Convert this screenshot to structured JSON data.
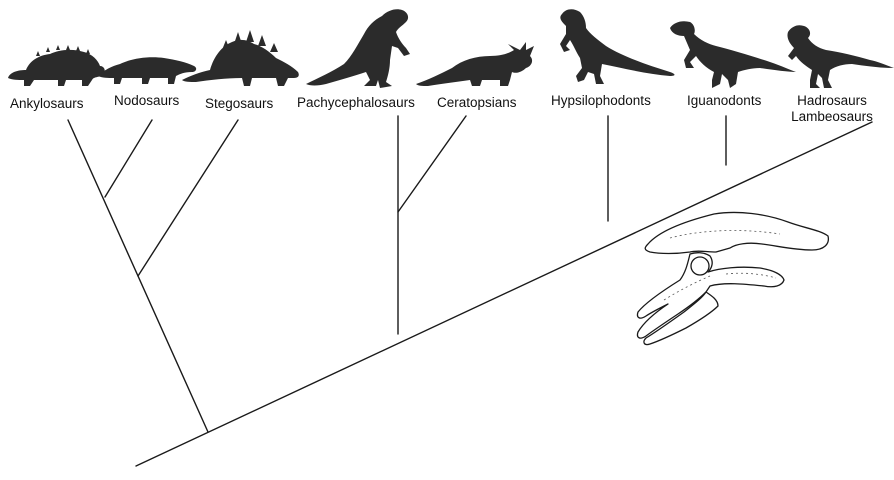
{
  "taxa": [
    {
      "id": "ankylosaurs",
      "label": "Ankylosaurs",
      "silhouette": "ankylosaur-silhouette-icon"
    },
    {
      "id": "nodosaurs",
      "label": "Nodosaurs",
      "silhouette": "nodosaur-silhouette-icon"
    },
    {
      "id": "stegosaurs",
      "label": "Stegosaurs",
      "silhouette": "stegosaur-silhouette-icon"
    },
    {
      "id": "pachycephalosaurs",
      "label": "Pachycephalosaurs",
      "silhouette": "pachycephalosaur-silhouette-icon"
    },
    {
      "id": "ceratopsians",
      "label": "Ceratopsians",
      "silhouette": "ceratopsian-silhouette-icon"
    },
    {
      "id": "hypsilophodonts",
      "label": "Hypsilophodonts",
      "silhouette": "hypsilophodont-silhouette-icon"
    },
    {
      "id": "iguanodonts",
      "label": "Iguanodonts",
      "silhouette": "iguanodont-silhouette-icon"
    },
    {
      "id": "hadrosaurs",
      "label": "Hadrosaurs\nLambeosaurs",
      "line1": "Hadrosaurs",
      "line2": "Lambeosaurs",
      "silhouette": "hadrosaur-silhouette-icon"
    }
  ],
  "colors": {
    "silhouette": "#2b2b2b",
    "lines": "#1a1a1a",
    "background": "#ffffff"
  },
  "decorations": {
    "pelvis": "ornithischian-pelvis-icon"
  }
}
